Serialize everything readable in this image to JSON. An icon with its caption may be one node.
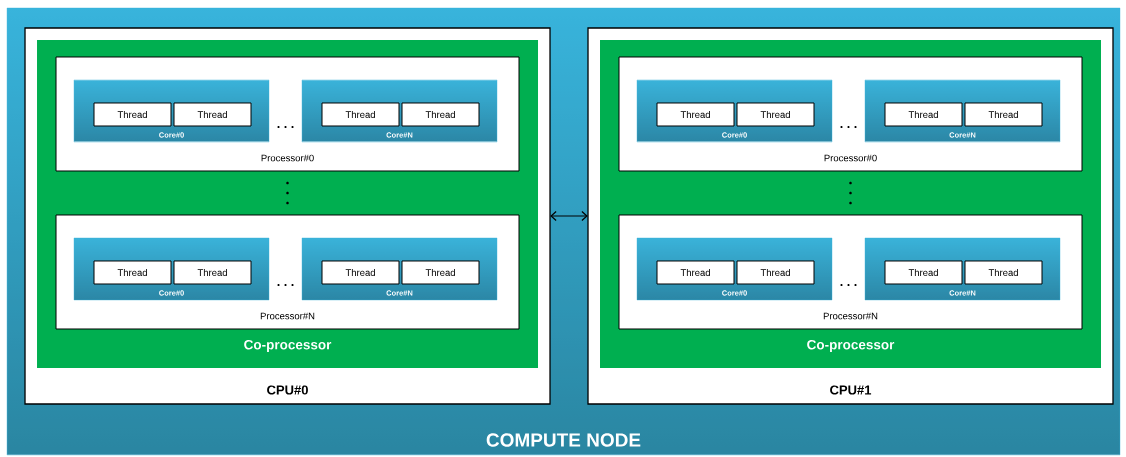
{
  "diagram": {
    "nodes": [
      {
        "text": [
          "COMPUTE NODE"
        ]
      },
      {
        "text": [
          "CPU#0"
        ],
        "in": 0
      },
      {
        "text": [
          "Co-processor"
        ],
        "in": 1
      },
      {
        "text": [
          "Processor#0"
        ],
        "in": 2
      },
      {
        "text": [
          "Core#0"
        ],
        "in": 3
      },
      {
        "text": [
          "Thread"
        ],
        "in": 4
      },
      {
        "text": [
          "Thread"
        ],
        "in": 4
      },
      {
        "text": [
          "Core#N"
        ],
        "in": 3
      },
      {
        "text": [
          "Thread"
        ],
        "in": 7
      },
      {
        "text": [
          "Thread"
        ],
        "in": 7
      },
      {
        "text": [
          "Processor#N"
        ],
        "in": 2
      },
      {
        "text": [
          "Core#0"
        ],
        "in": 10
      },
      {
        "text": [
          "Thread"
        ],
        "in": 11
      },
      {
        "text": [
          "Thread"
        ],
        "in": 11
      },
      {
        "text": [
          "Core#N"
        ],
        "in": 10
      },
      {
        "text": [
          "Thread"
        ],
        "in": 14
      },
      {
        "text": [
          "Thread"
        ],
        "in": 14
      },
      {
        "text": [
          "CPU#1"
        ],
        "in": 0
      },
      {
        "text": [
          "Co-processor"
        ],
        "in": 17
      },
      {
        "text": [
          "Processor#0"
        ],
        "in": 18
      },
      {
        "text": [
          "Core#0"
        ],
        "in": 19
      },
      {
        "text": [
          "Thread"
        ],
        "in": 20
      },
      {
        "text": [
          "Thread"
        ],
        "in": 20
      },
      {
        "text": [
          "Core#N"
        ],
        "in": 19
      },
      {
        "text": [
          "Thread"
        ],
        "in": 23
      },
      {
        "text": [
          "Thread"
        ],
        "in": 23
      },
      {
        "text": [
          "Processor#N"
        ],
        "in": 18
      },
      {
        "text": [
          "Core#0"
        ],
        "in": 26
      },
      {
        "text": [
          "Thread"
        ],
        "in": 27
      },
      {
        "text": [
          "Thread"
        ],
        "in": 27
      },
      {
        "text": [
          "Core#N"
        ],
        "in": 26
      },
      {
        "text": [
          "Thread"
        ],
        "in": 30
      },
      {
        "text": [
          "Thread"
        ],
        "in": 30
      }
    ],
    "edges": [
      {
        "from": 1,
        "to": 17,
        "arrow": "both"
      }
    ]
  }
}
